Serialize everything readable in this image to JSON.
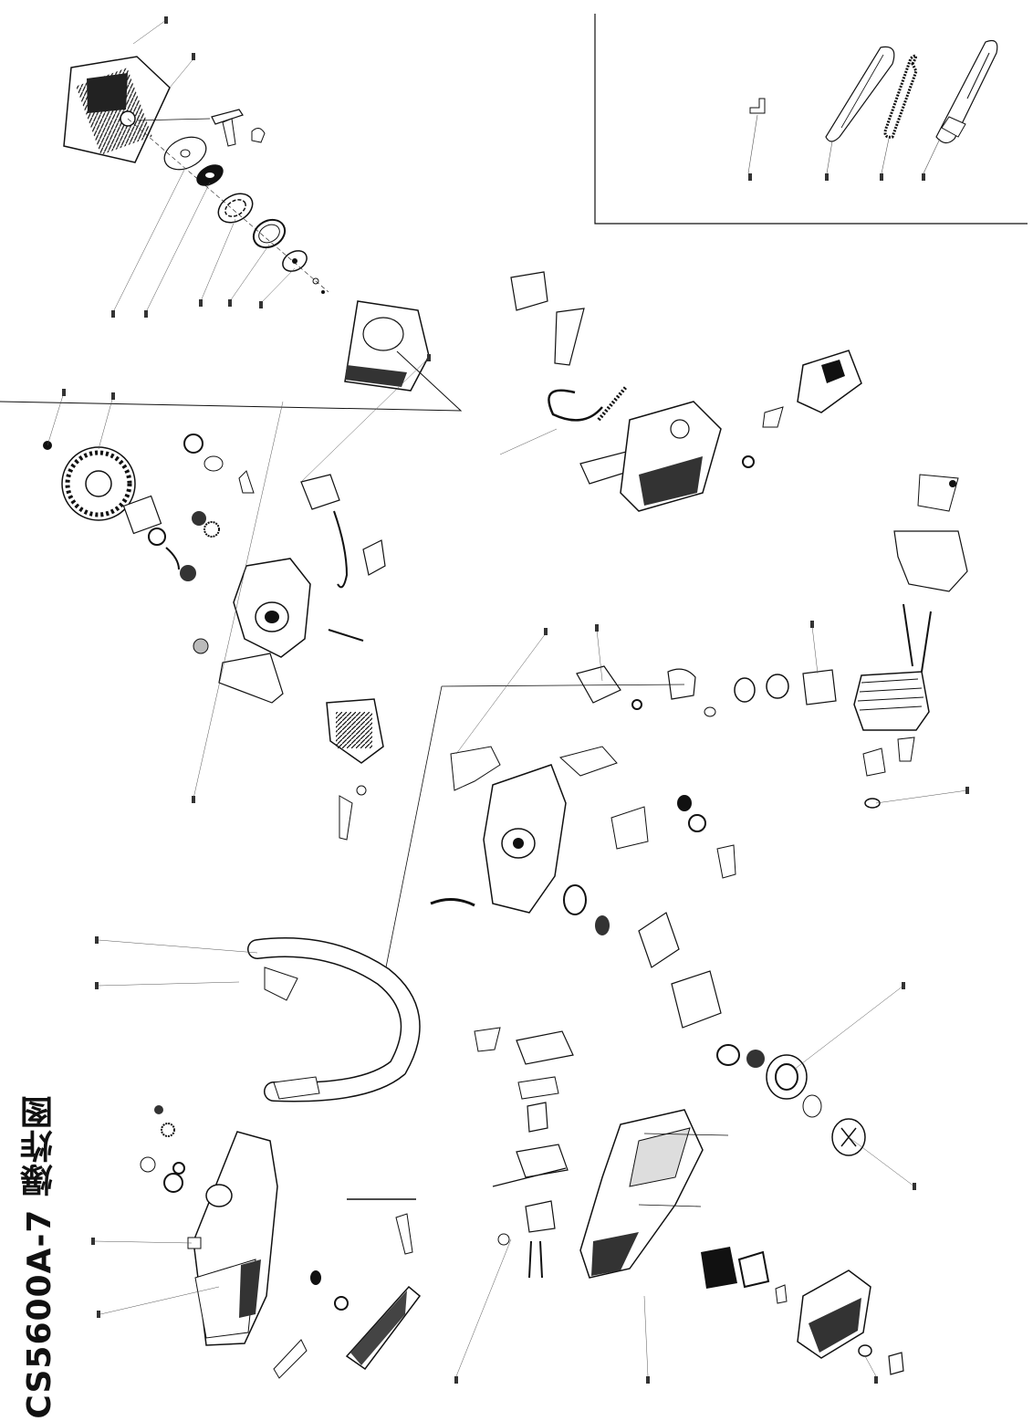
{
  "title": "CS5600A-7 爆炸图",
  "accessories_panel": {
    "items": [
      "hex-wrench",
      "guide-bar",
      "saw-chain",
      "bar-cover"
    ]
  }
}
